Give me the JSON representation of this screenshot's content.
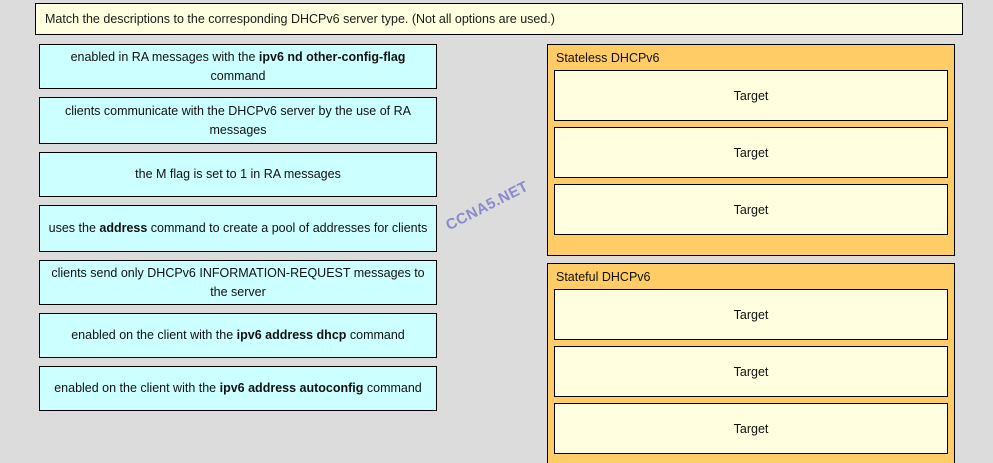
{
  "page": {
    "background_color": "#dcdcdc"
  },
  "instruction": {
    "text": "Match the descriptions to the corresponding DHCPv6 server type. (Not all options are used.)",
    "background_color": "#ffffe0"
  },
  "watermark": {
    "text": "CCNA5.NET",
    "color": "#8a8ace"
  },
  "source_tiles": {
    "background_color": "#ccffff",
    "items": [
      {
        "id": "tile-1",
        "parts": [
          {
            "text": "enabled in RA messages with the ",
            "bold": false
          },
          {
            "text": "ipv6 nd other-config-flag",
            "bold": true
          },
          {
            "text": " command",
            "bold": false
          }
        ],
        "plain": "enabled in RA messages with the ipv6 nd other-config-flag command",
        "height": 45
      },
      {
        "id": "tile-2",
        "parts": [
          {
            "text": "clients communicate with the DHCPv6 server by the use of RA messages",
            "bold": false
          }
        ],
        "plain": "clients communicate with the DHCPv6 server by the use of RA messages",
        "height": 47
      },
      {
        "id": "tile-3",
        "parts": [
          {
            "text": "the M flag is set to 1 in RA messages",
            "bold": false
          }
        ],
        "plain": "the M flag is set to 1 in RA messages",
        "height": 45
      },
      {
        "id": "tile-4",
        "parts": [
          {
            "text": "uses the ",
            "bold": false
          },
          {
            "text": "address",
            "bold": true
          },
          {
            "text": " command to create a pool of addresses for clients",
            "bold": false
          }
        ],
        "plain": "uses the address command to create a pool of addresses for clients",
        "height": 47
      },
      {
        "id": "tile-5",
        "parts": [
          {
            "text": "clients send only DHCPv6 INFORMATION-REQUEST messages to the server",
            "bold": false
          }
        ],
        "plain": "clients send only DHCPv6 INFORMATION-REQUEST messages to the server",
        "height": 45
      },
      {
        "id": "tile-6",
        "parts": [
          {
            "text": "enabled on the client with the ",
            "bold": false
          },
          {
            "text": "ipv6 address dhcp",
            "bold": true
          },
          {
            "text": " command",
            "bold": false
          }
        ],
        "plain": "enabled on the client with the ipv6 address dhcp command",
        "height": 45
      },
      {
        "id": "tile-7",
        "parts": [
          {
            "text": "enabled on the client with the ",
            "bold": false
          },
          {
            "text": "ipv6 address autoconfig",
            "bold": true
          },
          {
            "text": " command",
            "bold": false
          }
        ],
        "plain": "enabled on the client with the ipv6 address autoconfig command",
        "height": 45
      }
    ]
  },
  "target_panels": {
    "background_color": "#ffcc66",
    "slot_background_color": "#ffffe0",
    "panels": [
      {
        "id": "panel-stateless",
        "title": "Stateless DHCPv6",
        "slots": [
          {
            "label": "Target"
          },
          {
            "label": "Target"
          },
          {
            "label": "Target"
          }
        ]
      },
      {
        "id": "panel-stateful",
        "title": "Stateful DHCPv6",
        "slots": [
          {
            "label": "Target"
          },
          {
            "label": "Target"
          },
          {
            "label": "Target"
          }
        ]
      }
    ]
  }
}
